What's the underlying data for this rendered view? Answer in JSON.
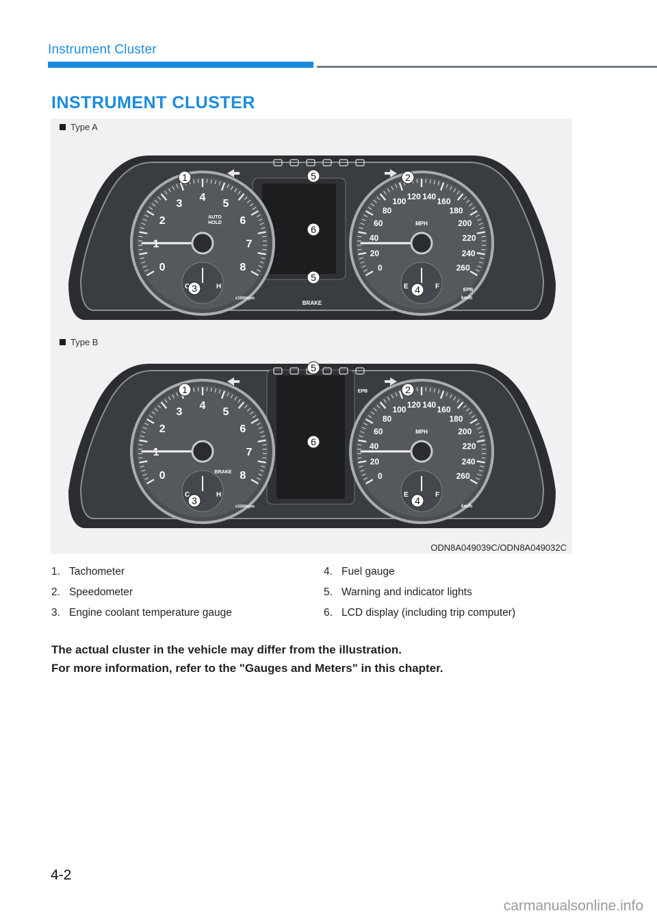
{
  "header": {
    "title": "Instrument Cluster"
  },
  "section": {
    "title": "INSTRUMENT CLUSTER"
  },
  "figure": {
    "type_a": "Type A",
    "type_b": "Type B",
    "code": "ODN8A049039C/ODN8A049032C",
    "tacho_numbers": [
      "0",
      "1",
      "2",
      "3",
      "4",
      "5",
      "6",
      "7",
      "8"
    ],
    "speedo_numbers": [
      "0",
      "20",
      "40",
      "60",
      "80",
      "100",
      "120",
      "140",
      "160",
      "180",
      "200",
      "220",
      "240",
      "260"
    ],
    "mph_label": "MPH",
    "auto_hold": [
      "AUTO",
      "HOLD"
    ],
    "brake_label": "BRAKE",
    "epb_label": "EPB",
    "fuel_e": "E",
    "fuel_f": "F",
    "temp_c": "C",
    "temp_h": "H",
    "kmh_label": "km/h",
    "rpm_label": "x1000rpm",
    "callouts_a": [
      "1",
      "2",
      "3",
      "4",
      "5",
      "5",
      "6"
    ],
    "callouts_b": [
      "1",
      "2",
      "3",
      "4",
      "5",
      "6"
    ]
  },
  "legend": {
    "left": [
      {
        "num": "1.",
        "text": "Tachometer"
      },
      {
        "num": "2.",
        "text": "Speedometer"
      },
      {
        "num": "3.",
        "text": "Engine coolant temperature gauge"
      }
    ],
    "right": [
      {
        "num": "4.",
        "text": "Fuel gauge"
      },
      {
        "num": "5.",
        "text": "Warning and indicator lights"
      },
      {
        "num": "6.",
        "text": "LCD display (including trip computer)"
      }
    ]
  },
  "note": {
    "line1": "The actual cluster in the vehicle may differ from the illustration.",
    "line2": "For more information, refer to the \"Gauges and Meters\" in this chapter."
  },
  "page_number": "4-2",
  "watermark": "carmanualsonline.info",
  "colors": {
    "accent": "#1a8be0",
    "cluster_dark": "#3a3d40",
    "gauge_face": "#55595d"
  }
}
